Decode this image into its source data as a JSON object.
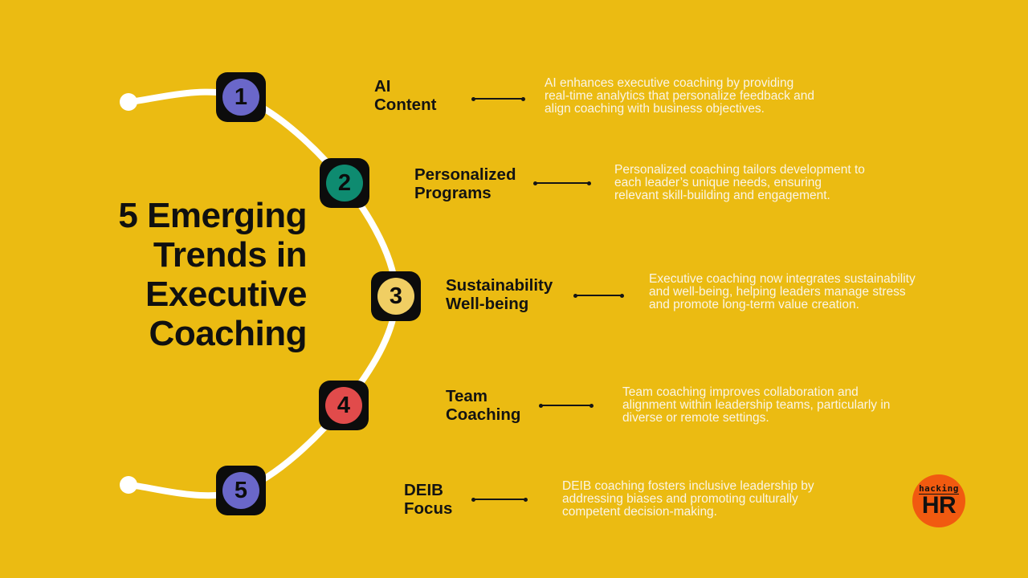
{
  "page": {
    "background_color": "#EBBB12"
  },
  "colors": {
    "arc": "#FFFFFF",
    "badge_frame": "#0C0C0C",
    "headline_text": "#101010",
    "trend_title_text": "#131313",
    "description_text": "#FBF5E6"
  },
  "main_title": "5 Emerging\nTrends in\nExecutive\nCoaching",
  "trends": [
    {
      "number": "1",
      "badge_color": "#6A67C9",
      "title": "AI\nContent",
      "description": "AI enhances executive coaching by providing real-time analytics that personalize feedback and align coaching with business objectives."
    },
    {
      "number": "2",
      "badge_color": "#0E8B70",
      "title": "Personalized\nPrograms",
      "description": "Personalized coaching tailors development to each leader’s unique needs, ensuring relevant skill-building and engagement."
    },
    {
      "number": "3",
      "badge_color": "#F0CE63",
      "title": "Sustainability\nWell-being",
      "description": "Executive coaching now integrates sustainability and well-being, helping leaders manage stress and promote long-term value creation."
    },
    {
      "number": "4",
      "badge_color": "#E14B4B",
      "title": "Team\nCoaching",
      "description": "Team coaching improves collaboration and alignment within leadership teams, particularly in diverse or remote settings."
    },
    {
      "number": "5",
      "badge_color": "#6A67C9",
      "title": "DEIB\nFocus",
      "description": "DEIB coaching fosters inclusive leadership by addressing biases and promoting culturally competent decision-making."
    }
  ],
  "logo": {
    "line1": "hacking",
    "line2": "HR",
    "circle_color": "#F15A10"
  }
}
